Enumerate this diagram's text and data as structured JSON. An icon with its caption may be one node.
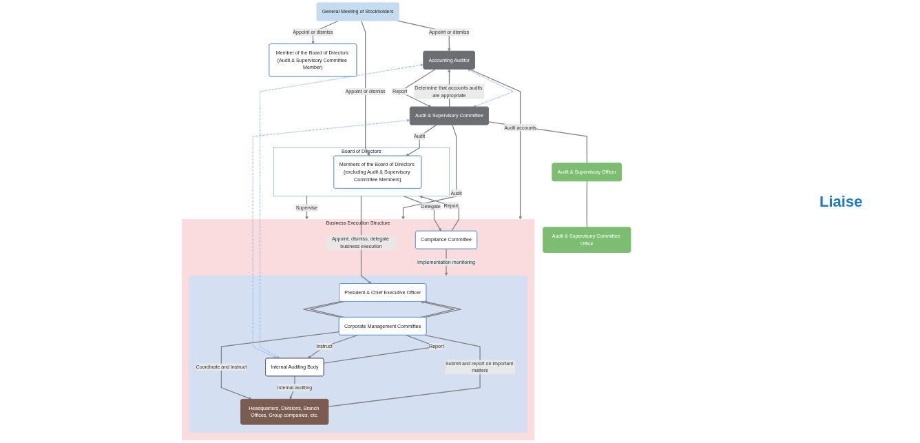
{
  "diagram": {
    "nodes": [
      {
        "text": [
          "General Meeting of Stockholders"
        ]
      },
      {
        "text": [
          "Board of Directors"
        ]
      },
      {
        "text": [
          "Members of the Board of Directors (excluding Audit & Supervisory Committee Members)"
        ],
        "in": 1
      },
      {
        "text": [
          "Member of the Board of Directors (Audit & Supervisory Committee Member)"
        ]
      },
      {
        "text": [
          "Audit & Supervisory Committee"
        ]
      },
      {
        "text": [
          "Audit & Supervisory Officer"
        ]
      },
      {
        "text": [
          "Audit & Supervisory Committee Office"
        ]
      },
      {
        "text": [
          "Accounting Auditor"
        ]
      },
      {
        "text": [
          "Business Execution Structure"
        ]
      },
      {
        "text": [
          "Compliance Committee"
        ],
        "in": 8
      },
      {
        "text": [],
        "shape": "box",
        "in": 8
      },
      {
        "text": [
          "President & Chief Executive Officer"
        ],
        "in": 10
      },
      {
        "text": [
          "Corporate Management Committee"
        ],
        "in": 10
      },
      {
        "text": [
          "Headquarters, Divisions, Branch Offices, Group companies, etc."
        ],
        "in": 10
      },
      {
        "text": [
          "Internal Auditing Body"
        ],
        "in": 10
      }
    ],
    "edges": [
      {
        "from": 0,
        "to": 2,
        "arrow": "to",
        "label": "Appoint or dismiss"
      },
      {
        "from": 0,
        "to": 3,
        "arrow": "to",
        "label": "Appoint or dismiss"
      },
      {
        "from": 0,
        "to": 7,
        "arrow": "to",
        "label": "Appoint or dismiss"
      },
      {
        "from": 4,
        "to": 2,
        "arrow": "to",
        "label": "Audit"
      },
      {
        "from": 1,
        "to": 9,
        "arrow": "to",
        "label": "Delegate"
      },
      {
        "from": 9,
        "to": 1,
        "arrow": "to",
        "label": "Report"
      },
      {
        "from": 1,
        "to": 8,
        "arrow": "to",
        "label": "Supervise"
      },
      {
        "from": 1,
        "to": 11,
        "arrow": "to",
        "label": "Appoint, dismiss, delegate business execution"
      },
      {
        "from": 4,
        "to": 8,
        "arrow": "to",
        "label": "Audit"
      },
      {
        "from": 4,
        "to": 5,
        "arrow": "none"
      },
      {
        "from": 5,
        "to": 6,
        "arrow": "none"
      },
      {
        "from": 7,
        "to": 4,
        "arrow": "to",
        "label": "Report"
      },
      {
        "from": 4,
        "to": 7,
        "arrow": "to",
        "label": "Determine that accounts audits are appropriate"
      },
      {
        "from": 4,
        "to": 14,
        "arrow": "both",
        "style": "dashed",
        "color": "#8fb4e3"
      },
      {
        "from": 4,
        "to": 7,
        "arrow": "both",
        "style": "dashed",
        "color": "#8fb4e3"
      },
      {
        "from": 7,
        "to": 14,
        "arrow": "both",
        "style": "dashed",
        "color": "#8fb4e3"
      },
      {
        "from": 9,
        "to": 10,
        "arrow": "to",
        "label": "Implementation monitoring"
      },
      {
        "from": 11,
        "to": 12,
        "arrow": "none"
      },
      {
        "from": 12,
        "to": 13,
        "arrow": "to",
        "label": "Coordinate and instruct"
      },
      {
        "from": 13,
        "to": 12,
        "arrow": "none",
        "label": "Submit and report on important matters"
      },
      {
        "from": 12,
        "to": 11,
        "arrow": "to"
      },
      {
        "from": 11,
        "to": 12,
        "arrow": "none"
      },
      {
        "from": 12,
        "to": 14,
        "arrow": "to",
        "label": "Instruct"
      },
      {
        "from": 14,
        "to": 12,
        "arrow": "none",
        "label": "Report"
      },
      {
        "from": 12,
        "to": 11,
        "arrow": "to"
      },
      {
        "from": 14,
        "to": 13,
        "arrow": "to",
        "label": "Internal auditing"
      },
      {
        "from": 7,
        "to": 8,
        "arrow": "to",
        "label": "Audit accounts"
      }
    ],
    "labels": [
      "Liaise"
    ]
  }
}
